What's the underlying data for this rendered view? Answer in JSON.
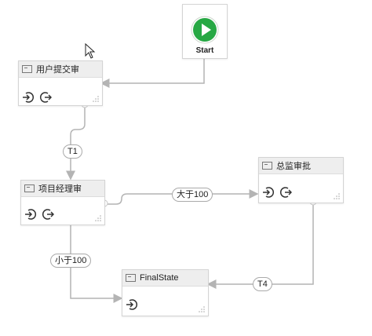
{
  "start": {
    "label": "Start"
  },
  "states": [
    {
      "title": "用户提交审"
    },
    {
      "title": "项目经理审"
    },
    {
      "title": "总监审批"
    },
    {
      "title": "FinalState"
    }
  ],
  "transitions": [
    {
      "label": "T1"
    },
    {
      "label": "大于100"
    },
    {
      "label": "小于100"
    },
    {
      "label": "T4"
    }
  ],
  "icons": {
    "entry": "entry-action-icon",
    "exit": "exit-action-icon",
    "state": "state-icon",
    "start": "play-icon"
  },
  "colors": {
    "start_green": "#27a844",
    "connector": "#b4b4b4"
  }
}
